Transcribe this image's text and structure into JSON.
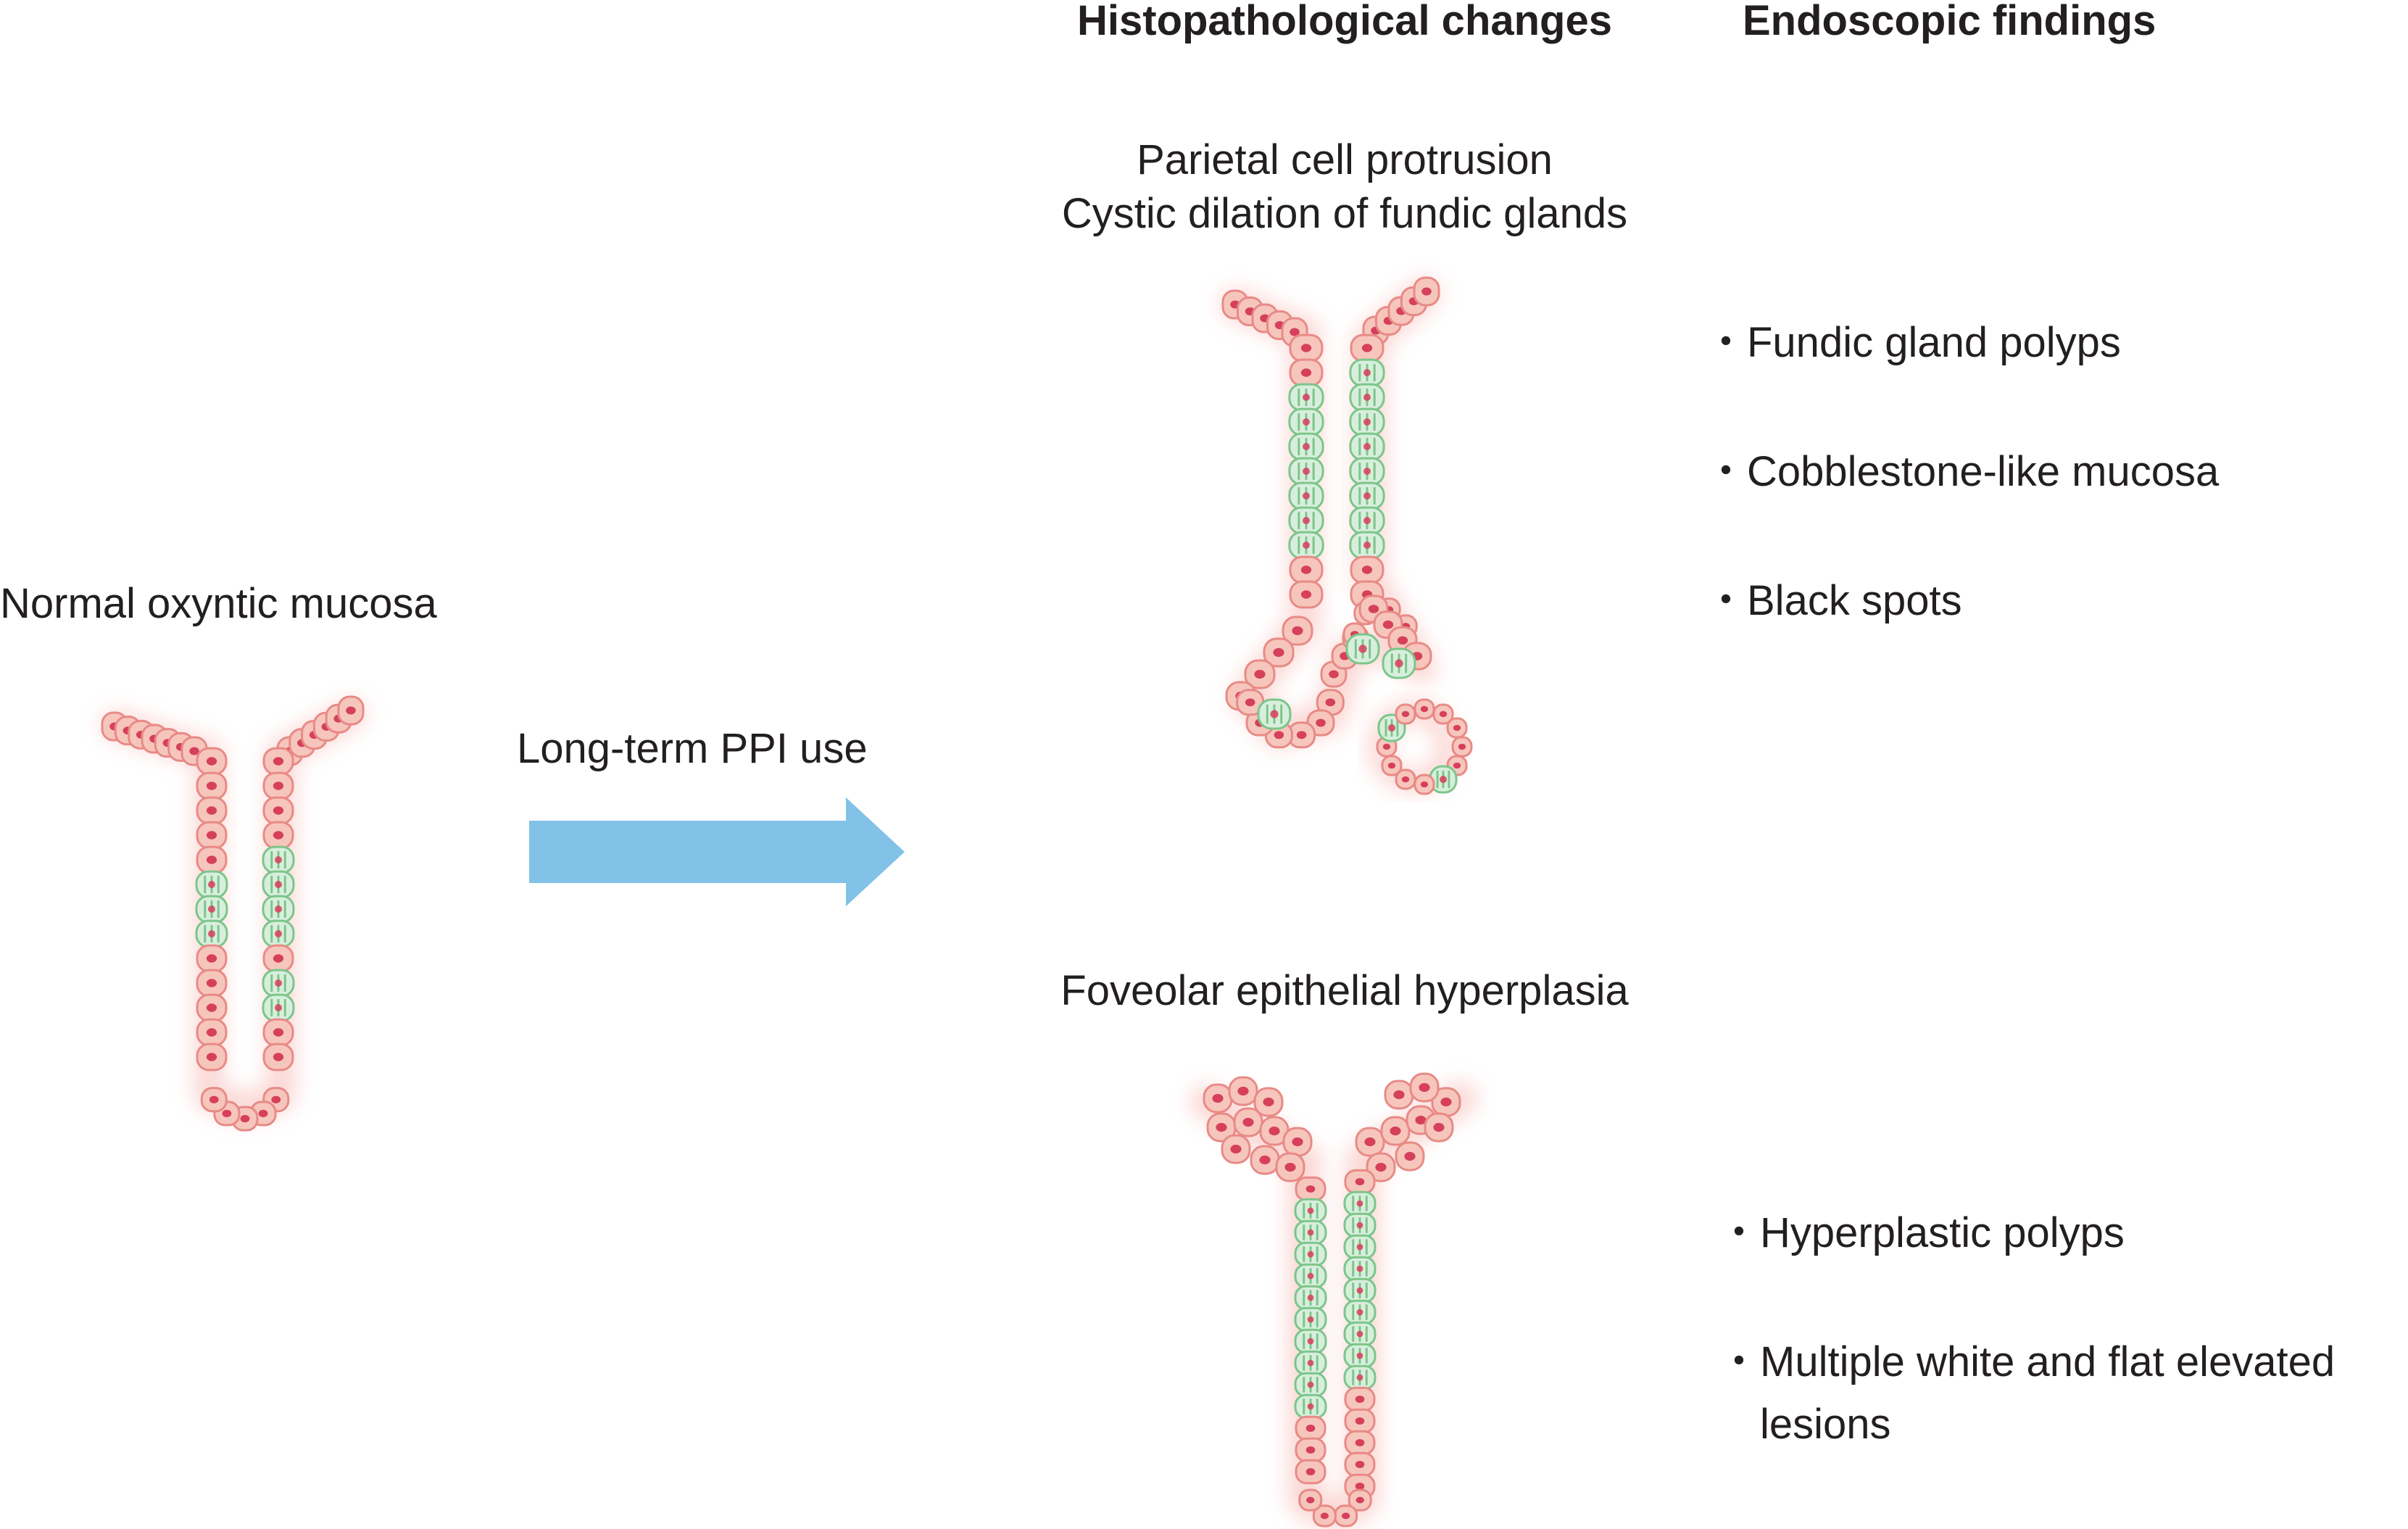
{
  "headers": {
    "histopathological": "Histopathological changes",
    "endoscopic": "Endoscopic findings"
  },
  "left": {
    "normal_label": "Normal oxyntic mucosa",
    "arrow_label": "Long-term PPI use"
  },
  "upper": {
    "change_line1": "Parietal cell protrusion",
    "change_line2": "Cystic dilation of fundic glands",
    "findings": [
      "・Fundic gland polyps",
      "・Cobblestone-like mucosa",
      "・Black spots"
    ]
  },
  "lower": {
    "change": "Foveolar epithelial hyperplasia",
    "findings": [
      "・Hyperplastic polyps",
      "・Multiple white and flat elevated",
      "lesions"
    ]
  },
  "colors": {
    "cell_fill": "#f6c6bd",
    "cell_stroke": "#e88a86",
    "nucleus": "#d6405a",
    "parietal_fill": "#d8eedd",
    "parietal_stroke": "#7cc68a",
    "arrow": "#82c1e8"
  }
}
